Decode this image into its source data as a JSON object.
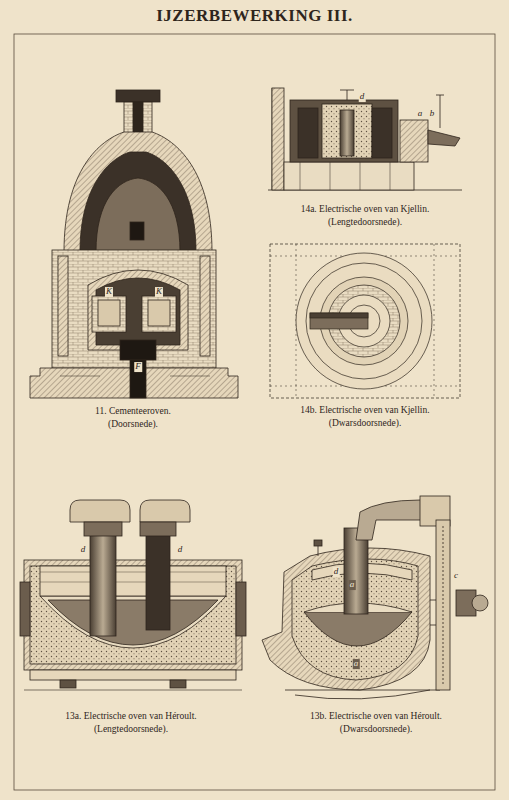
{
  "diagram": {
    "title": "IJZERBEWERKING III.",
    "labels": [
      "11. Cementeeroven.",
      "(Doorsnede).",
      "14a. Electrische oven van Kjellin.",
      "(Lengtedoorsnede).",
      "14b. Electrische oven van Kjellin.",
      "(Dwarsdoorsnede).",
      "13a. Electrische oven van Héroult.",
      "(Lengtedoorsnede).",
      "13b. Electrische oven van Héroult.",
      "(Dwarsdoorsnede).",
      "K",
      "K",
      "F",
      "d",
      "a",
      "b",
      "d",
      "d",
      "d",
      "a",
      "a",
      "c"
    ]
  }
}
